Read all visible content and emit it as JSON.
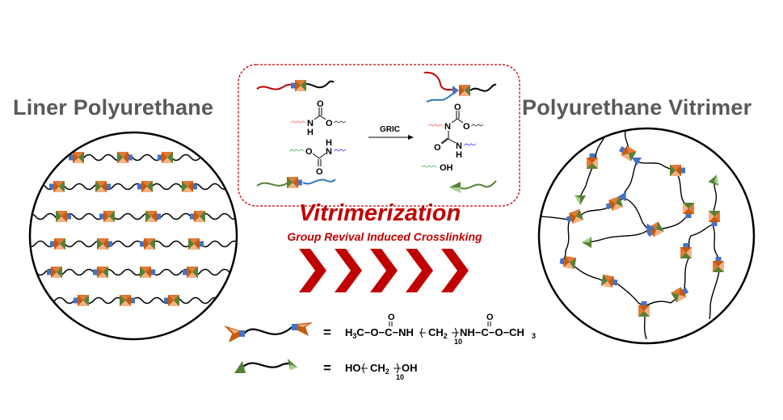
{
  "titles": {
    "left": "Liner Polyurethane",
    "right": "Polyurethane Vitrimer"
  },
  "reaction_box": {
    "arrow_label": "GRIC",
    "reactant_atoms": {
      "carbamate1": [
        "O",
        "N",
        "H",
        "O"
      ],
      "carbamate2": [
        "H",
        "N",
        "O",
        "O"
      ]
    },
    "product_atoms": [
      "O",
      "N",
      "O",
      "O",
      "N",
      "H"
    ],
    "byproduct": "OH"
  },
  "process": {
    "title": "Vitrimerization",
    "subtitle": "Group Revival Induced Crosslinking",
    "chevron_count": 5
  },
  "legend": {
    "items": [
      {
        "icon": "dicarbamate-chain-icon",
        "equals": "=",
        "formula": "H3C−O−C(=O)−NH−(CH2)10−NH−C(=O)−O−CH3",
        "parts": {
          "left": "H",
          "sub3": "3",
          "mid": "C−O−C−NH",
          "ch2": "CH",
          "sub2": "2",
          "n": "10",
          "right": "NH−C−O−CH",
          "o_top": "O"
        }
      },
      {
        "icon": "diol-chain-icon",
        "equals": "=",
        "formula": "HO−(CH2)10−OH",
        "parts": {
          "left": "HO",
          "ch2": "CH",
          "sub2": "2",
          "n": "10",
          "right": "OH"
        }
      }
    ]
  },
  "colors": {
    "title_gray": "#595959",
    "accent_red": "#c00000",
    "urethane_orange": "#c55a11",
    "urethane_orange_light": "#f4b183",
    "hydroxyl_green": "#548235",
    "link_blue": "#4472c4",
    "chain_red": "#c00000",
    "chain_blue": "#2e75b6",
    "chain_green": "#548235"
  }
}
